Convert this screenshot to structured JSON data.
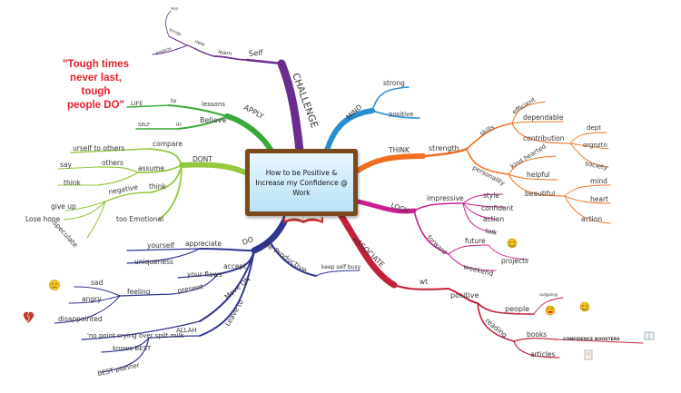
{
  "center": {
    "line1": "How to be Positive &",
    "line2": "Increase my Confidence @",
    "line3": "Work"
  },
  "quote": {
    "line1": "\"Tough times",
    "line2": "never last,",
    "line3": "tough",
    "line4": "people DO\""
  },
  "colors": {
    "challenge": "#6b2c8f",
    "mind": "#2a8fd1",
    "think": "#f26f21",
    "look": "#c81f8e",
    "associate": "#c4203a",
    "do": "#2f3592",
    "dont": "#93c83e",
    "apply": "#38a838",
    "quote": "#e8202a"
  },
  "branches": {
    "challenge": {
      "label": "CHALLENGE",
      "self": "Self",
      "learn": "learn",
      "new": "new",
      "things": "things",
      "projects": "projects",
      "top": "skill"
    },
    "apply": {
      "label": "APPLY",
      "lessons": "lessons",
      "to": "to",
      "life": "LIFE",
      "believe": "Believe",
      "in": "in",
      "self": "SELF"
    },
    "mind": {
      "label": "MIND",
      "strong": "strong",
      "positive": "positive"
    },
    "think": {
      "label": "THINK",
      "strength": "strength",
      "skills": "skills",
      "efficient": "efficient",
      "dependable": "dependable",
      "contribution": "contribution",
      "dept": "dept",
      "orgnztn": "orgnztn",
      "society": "society",
      "personality": "personality",
      "kind_hearted": "kind hearted",
      "helpful": "helpful",
      "beautiful": "beautiful",
      "mind": "mind",
      "heart": "heart",
      "action": "action"
    },
    "look": {
      "label": "LOOK",
      "impressive": "impressive",
      "style": "style",
      "confident": "confident",
      "action": "action",
      "talk": "talk",
      "forward": "forward",
      "future": "future",
      "projects": "projects",
      "weekend": "weekend"
    },
    "associate": {
      "label": "ASSOCIATE",
      "wt": "wt",
      "positive": "positive",
      "people": "people",
      "outgoing": "outgoing",
      "reading": "reading",
      "books": "books",
      "boosters": "CONFIDENCE BOOSTERS",
      "articles": "articles"
    },
    "dont": {
      "label": "DONT",
      "compare": "compare",
      "urself": "urself to others",
      "assume": "assume",
      "others": "others",
      "say": "say",
      "think_sub": "think",
      "think": "think",
      "negative": "negative",
      "give_up": "give up",
      "lose_hope": "Lose hope",
      "speculate": "speculate",
      "too_emotional": "too Emotional"
    },
    "do": {
      "label": "DO",
      "appreciate": "appreciate",
      "yourself": "yourself",
      "uniqueness": "uniqueness",
      "accept": "accept",
      "your_flaws": "your flaws",
      "present": "present",
      "feeling": "feeling",
      "sad": "sad",
      "angry": "angry",
      "disappointed": "disappointed",
      "move_on": "Move ON",
      "no_point": "'no point crying over spilt milk",
      "leave_to": "Leave to",
      "allah": "ALLAH",
      "knows_best": "knows BEST",
      "best_planner": "BEST planner",
      "be_productive": "Be Productive",
      "keep_busy": "keep self busy"
    }
  }
}
